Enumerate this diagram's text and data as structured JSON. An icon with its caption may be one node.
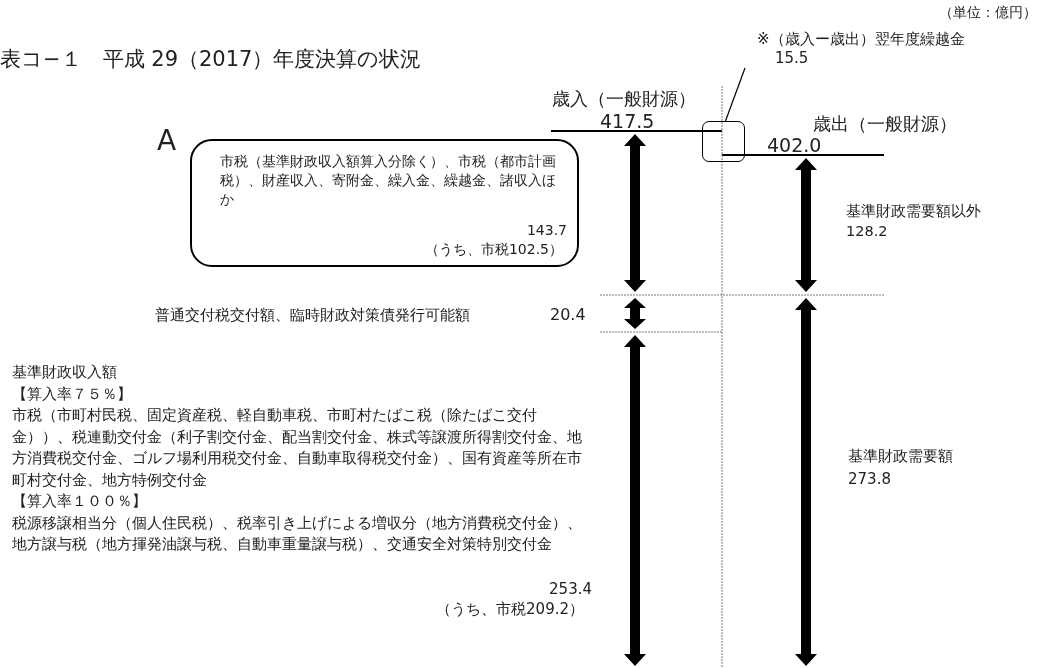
{
  "diagram": {
    "title": "表コ−１　平成 29（2017）年度決算の状況",
    "nodes": [
      {
        "text": [
          "※（歳入ー歳出）翌年度繰越金",
          "15.5"
        ]
      },
      {
        "text": [],
        "shape": "box"
      },
      {
        "text": [
          "市税（基準財政収入額算入分除く）、市税（都市計画税）、財産収入、寄附金、繰入金、繰越金、諸収入ほか",
          "143.7",
          "（うち、市税102.5）"
        ]
      }
    ],
    "edges": [
      {
        "from": 0,
        "to": 1,
        "arrow": "none"
      }
    ],
    "labels": [
      "（単位：億円）",
      "歳入（一般財源）",
      "417.5",
      "歳出（一般財源）",
      "402.0",
      "A",
      "基準財政需要額以外",
      "128.2",
      "普通交付税交付額、臨時財政対策債発行可能額",
      "20.4",
      "基準財政収入額",
      "【算入率７５％】",
      "市税（市町村民税、固定資産税、軽自動車税、市町村たばこ税（除たばこ交付金））、税連動交付金（利子割交付金、配当割交付金、株式等譲渡所得割交付金、地方消費税交付金、ゴルフ場利用税交付金、自動車取得税交付金）、国有資産等所在市町村交付金、地方特例交付金",
      "【算入率１００％】",
      "税源移譲相当分（個人住民税）、税率引き上げによる増収分（地方消費税交付金）、地方譲与税（地方揮発油譲与税、自動車重量譲与税）、交通安全対策特別交付金",
      "253.4",
      "（うち、市税209.2）",
      "基準財政需要額",
      "273.8"
    ]
  }
}
